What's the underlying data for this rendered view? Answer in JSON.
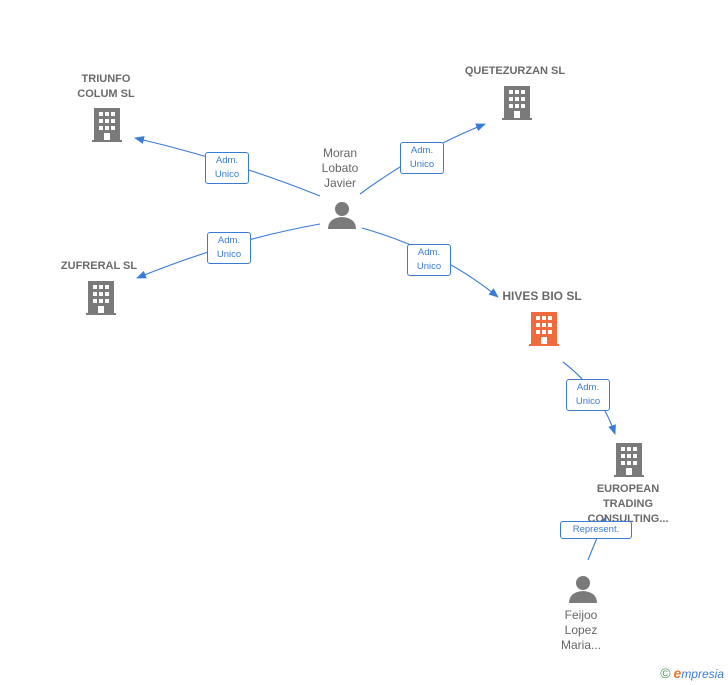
{
  "nodes": {
    "triunfo": {
      "label_lines": [
        "TRIUNFO",
        "COLUM SL"
      ],
      "type": "company"
    },
    "quetezurzan": {
      "label_lines": [
        "QUETEZURZAN SL"
      ],
      "type": "company"
    },
    "moran": {
      "label_lines": [
        "Moran",
        "Lobato",
        "Javier"
      ],
      "type": "person"
    },
    "zufreral": {
      "label_lines": [
        "ZUFRERAL SL"
      ],
      "type": "company"
    },
    "hives": {
      "label_lines": [
        "HIVES BIO  SL"
      ],
      "type": "company-focus"
    },
    "european": {
      "label_lines": [
        "EUROPEAN",
        "TRADING",
        "CONSULTING..."
      ],
      "type": "company"
    },
    "feijoo": {
      "label_lines": [
        "Feijoo",
        "Lopez",
        "Maria..."
      ],
      "type": "person"
    }
  },
  "edges": {
    "moran_triunfo": {
      "label_lines": [
        "Adm.",
        "Unico"
      ]
    },
    "moran_quetezurzan": {
      "label_lines": [
        "Adm.",
        "Unico"
      ]
    },
    "moran_zufreral": {
      "label_lines": [
        "Adm.",
        "Unico"
      ]
    },
    "moran_hives": {
      "label_lines": [
        "Adm.",
        "Unico"
      ]
    },
    "hives_european": {
      "label_lines": [
        "Adm.",
        "Unico"
      ]
    },
    "feijoo_european": {
      "label_lines": [
        "Represent."
      ]
    }
  },
  "colors": {
    "edge": "#3a7bd5",
    "company_icon": "#7a7a7a",
    "focus_icon": "#f06a3c",
    "person_icon": "#7a7a7a",
    "text": "#666666"
  },
  "brand": {
    "copyright": "©",
    "initial": "e",
    "rest": "mpresia"
  }
}
